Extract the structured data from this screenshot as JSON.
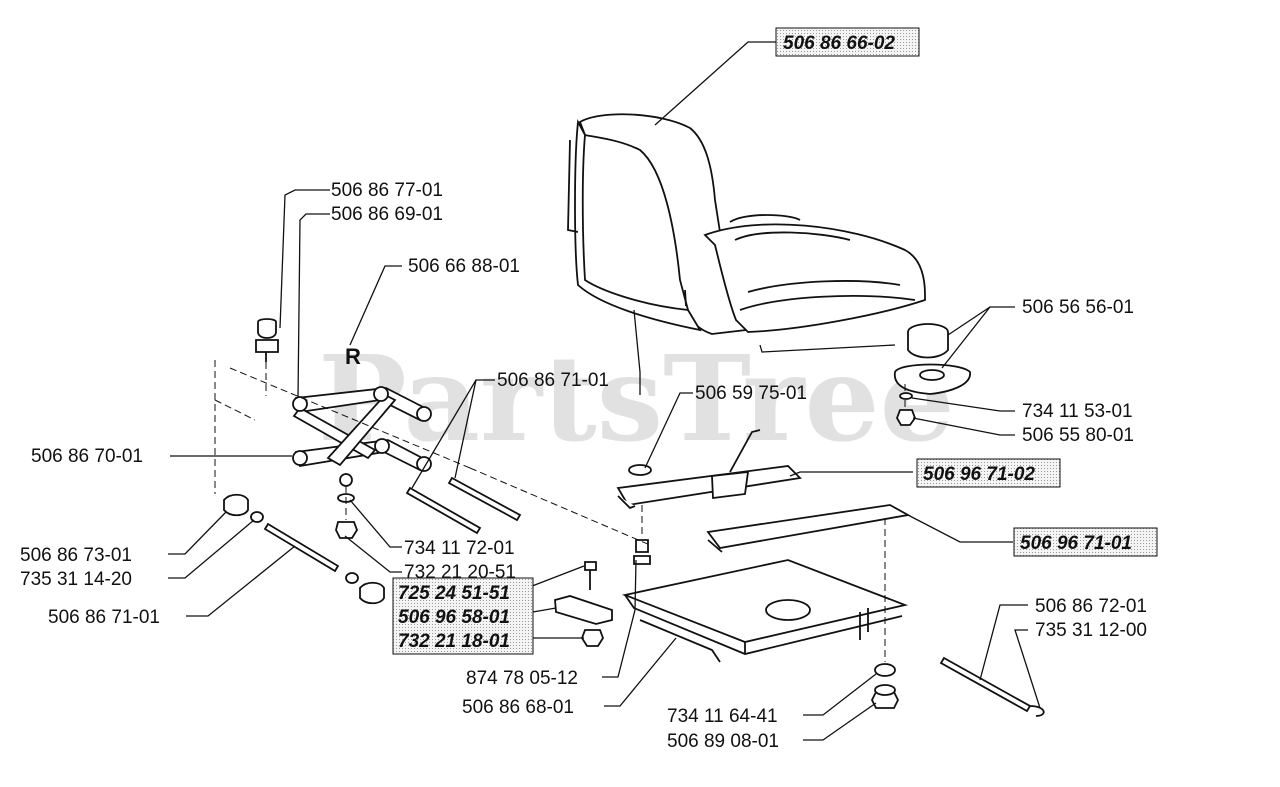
{
  "watermark": "PartsTree",
  "seat_side_mark": "R",
  "labels": {
    "seat": "506 86 66-02",
    "knob_top": "506 86 77-01",
    "knob_bottom": "506 86 69-01",
    "bracket_r": "506 66 88-01",
    "pin_upper": "506 86 71-01",
    "pivot_left": "506 86 70-01",
    "bushing": "506 86 73-01",
    "clip_left": "735 31 14-20",
    "pin_lower": "506 86 71-01",
    "washer_mid": "734 11 72-01",
    "nut_mid": "732 21 20-51",
    "bolt_box": "725 24 51-51",
    "plate_box": "506 96 58-01",
    "nut_box": "732 21 18-01",
    "bolt_center": "874 78 05-12",
    "base_plate": "506 86 68-01",
    "washer_bottom": "734 11 64-41",
    "nut_bottom": "506 89 08-01",
    "rod_right": "506 86 72-01",
    "clip_right": "735 31 12-00",
    "knob_seat": "506 56 56-01",
    "washer_seat": "734 11 53-01",
    "nut_seat": "506 55 80-01",
    "spacer": "506 59 75-01",
    "rail_upper": "506 96 71-02",
    "rail_lower": "506 96 71-01"
  }
}
